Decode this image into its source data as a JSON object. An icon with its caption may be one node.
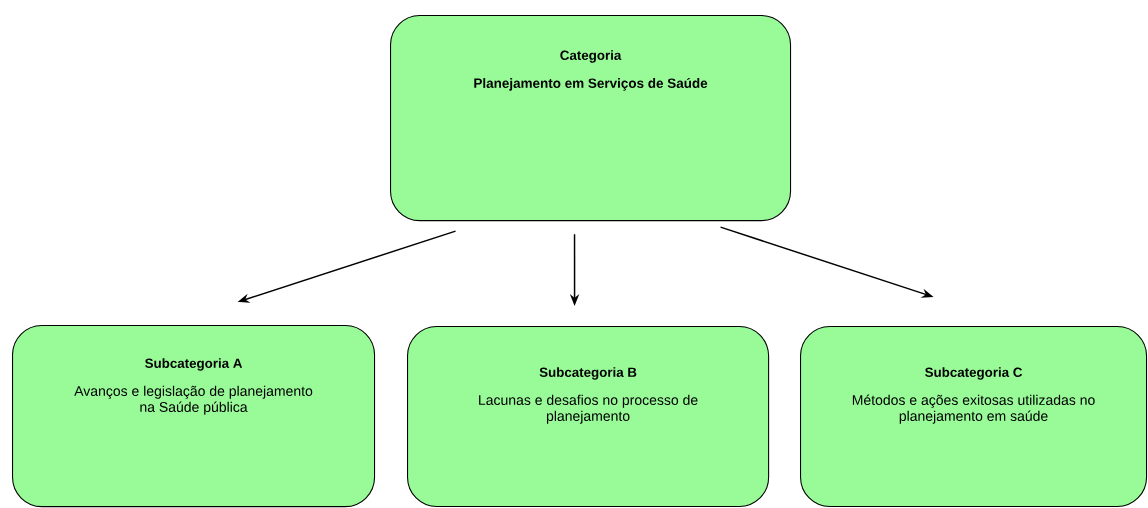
{
  "diagram": {
    "nodes": [
      {
        "text": [
          "Categoria",
          "Planejamento em Serviços de Saúde"
        ]
      },
      {
        "text": [
          "Subcategoria A",
          "Avanços e legislação de planejamento na Saúde pública"
        ]
      },
      {
        "text": [
          "Subcategoria B",
          "Lacunas e desafios no processo de planejamento"
        ]
      },
      {
        "text": [
          "Subcategoria C",
          "Métodos e ações exitosas utilizadas no planejamento em saúde"
        ]
      }
    ],
    "edges": [
      {
        "from": 0,
        "to": 1,
        "arrow": "to"
      },
      {
        "from": 0,
        "to": 2,
        "arrow": "to"
      },
      {
        "from": 0,
        "to": 3,
        "arrow": "to"
      }
    ]
  }
}
